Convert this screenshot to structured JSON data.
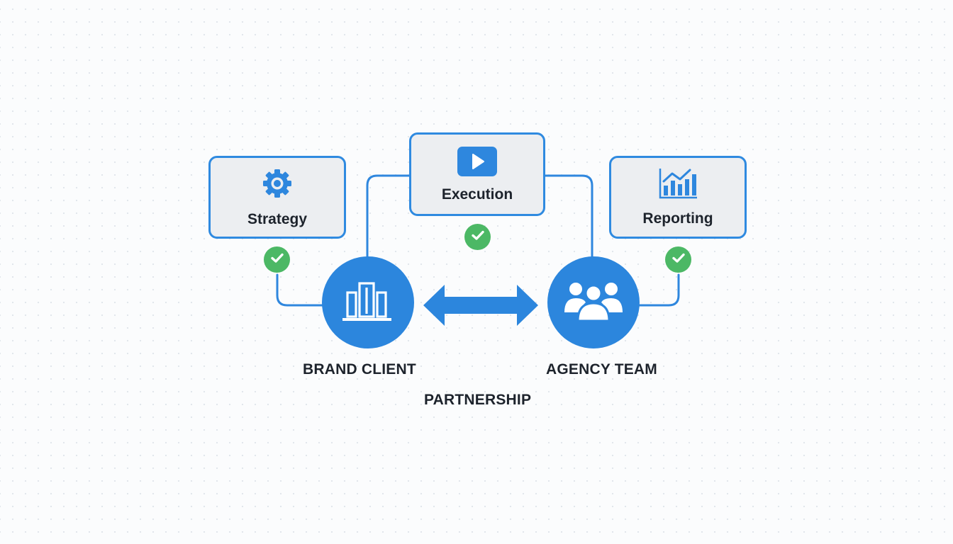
{
  "diagram": {
    "title": "PARTNERSHIP",
    "colors": {
      "primary": "#2c86dd",
      "card_border": "#2f8ae0",
      "card_background": "#eceef1",
      "check": "#4cb865",
      "text": "#1d232c"
    },
    "parties": [
      {
        "id": "brand",
        "label": "BRAND CLIENT",
        "icon": "bank-building-icon"
      },
      {
        "id": "agency",
        "label": "AGENCY TEAM",
        "icon": "team-people-icon"
      }
    ],
    "relationship": {
      "type": "bidirectional",
      "icon": "double-arrow-icon"
    },
    "stages": [
      {
        "id": "strategy",
        "label": "Strategy",
        "icon": "gear-icon",
        "status": "complete",
        "status_icon": "checkmark-icon"
      },
      {
        "id": "execution",
        "label": "Execution",
        "icon": "play-icon",
        "status": "complete",
        "status_icon": "checkmark-icon"
      },
      {
        "id": "reporting",
        "label": "Reporting",
        "icon": "bar-chart-trend-icon",
        "status": "complete",
        "status_icon": "checkmark-icon"
      }
    ]
  }
}
